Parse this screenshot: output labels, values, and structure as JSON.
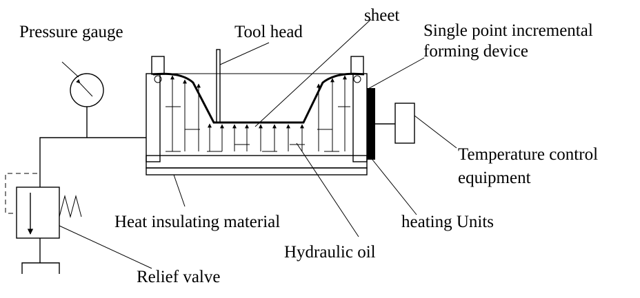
{
  "labels": {
    "pressure_gauge": "Pressure gauge",
    "tool_head": "Tool head",
    "sheet": "sheet",
    "spif_line1": "Single point incremental",
    "spif_line2": "forming device",
    "temp_line1": "Temperature control",
    "temp_line2": "equipment",
    "heating_units": "heating Units",
    "heat_insulating": "Heat insulating material",
    "hydraulic_oil": "Hydraulic oil",
    "relief_valve": "Relief valve"
  },
  "colors": {
    "line": "#000000",
    "background": "#ffffff"
  }
}
